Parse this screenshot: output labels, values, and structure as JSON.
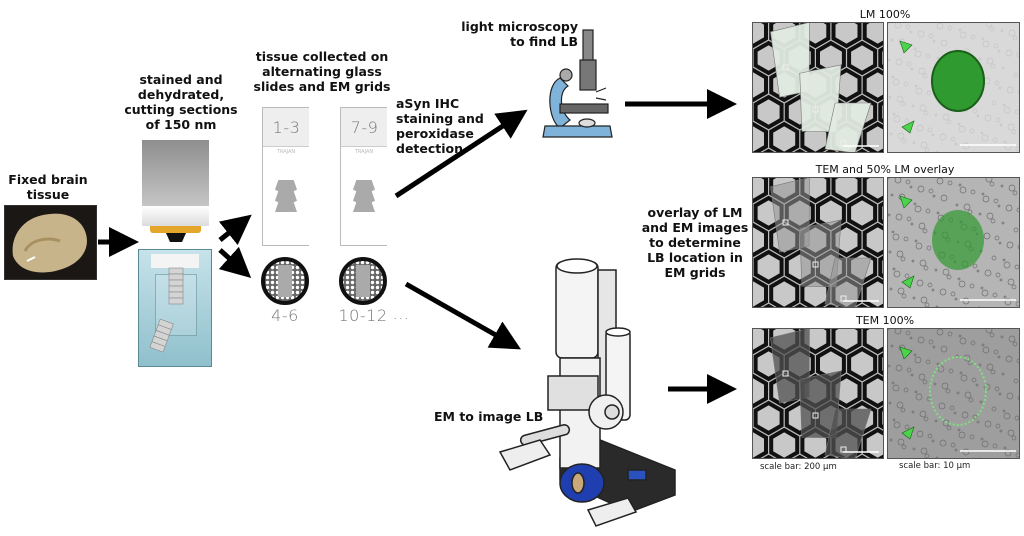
{
  "steps": {
    "fixed_tissue": "Fixed brain tissue",
    "cutting": "stained and dehydrated, cutting sections of 150 nm",
    "collected": "tissue collected on alternating glass slides and EM grids",
    "ihc": "aSyn IHC staining and peroxidase detection",
    "light_microscopy": "light microscopy to find LB",
    "overlay": "overlay of LM and EM images to determine LB location in EM grids",
    "em": "EM to image LB"
  },
  "slides": [
    {
      "label": "1-3",
      "brand": "TRAJAN"
    },
    {
      "label": "7-9",
      "brand": "TRAJAN"
    }
  ],
  "grids": [
    {
      "label": "4-6"
    },
    {
      "label": "10-12"
    }
  ],
  "ellipsis": "...",
  "panels": [
    {
      "title": "LM 100%",
      "mode": "lm"
    },
    {
      "title": "TEM and 50% LM overlay",
      "mode": "overlay"
    },
    {
      "title": "TEM 100%",
      "mode": "tem"
    }
  ],
  "scale_bars": {
    "left": "scale bar: 200 µm",
    "right": "scale bar:  10 µm"
  },
  "colors": {
    "lb_green": "#2f9a2f",
    "arrowhead_green": "#4bd34b",
    "microscope_blue": "#7fb3d9",
    "bath_teal": "#a9cfd8",
    "knife_gold": "#e3a52a"
  }
}
